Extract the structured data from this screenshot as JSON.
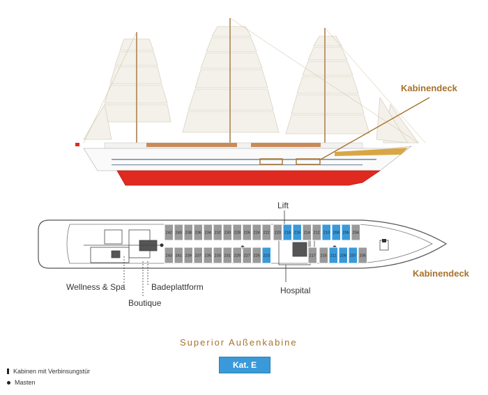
{
  "ship_view": {
    "deck_label": "Kabinendeck"
  },
  "deck_plan": {
    "deck_label": "Kabinendeck",
    "lift_label": "Lift",
    "hospital_label": "Hospital",
    "wellness_label": "Wellness & Spa",
    "badeplattform_label": "Badeplattform",
    "boutique_label": "Boutique",
    "cabins_top": [
      "242",
      "240",
      "238",
      "236",
      "234",
      "232",
      "230",
      "228",
      "226",
      "224",
      "222",
      "220",
      "218",
      "216",
      "214",
      "212",
      "210",
      "208",
      "206",
      "204"
    ],
    "cabins_bottom": [
      "243",
      "241",
      "239",
      "237",
      "235",
      "233",
      "231",
      "229",
      "227",
      "225",
      "223",
      "217",
      "215",
      "211",
      "209",
      "207",
      "205"
    ],
    "highlighted": [
      "218",
      "216",
      "210",
      "208",
      "206",
      "223",
      "211",
      "209",
      "207"
    ],
    "colors": {
      "standard_cabin": "#9a9a9a",
      "superior_cabin": "#3a9ad9",
      "hull": "#e02a1f"
    }
  },
  "category": {
    "title": "Superior Außenkabine",
    "button_label": "Kat. E"
  },
  "legend": {
    "items": [
      {
        "symbol": "bar",
        "label": "Kabinen mit Verbinsungstür"
      },
      {
        "symbol": "dot",
        "label": "Masten"
      }
    ]
  }
}
